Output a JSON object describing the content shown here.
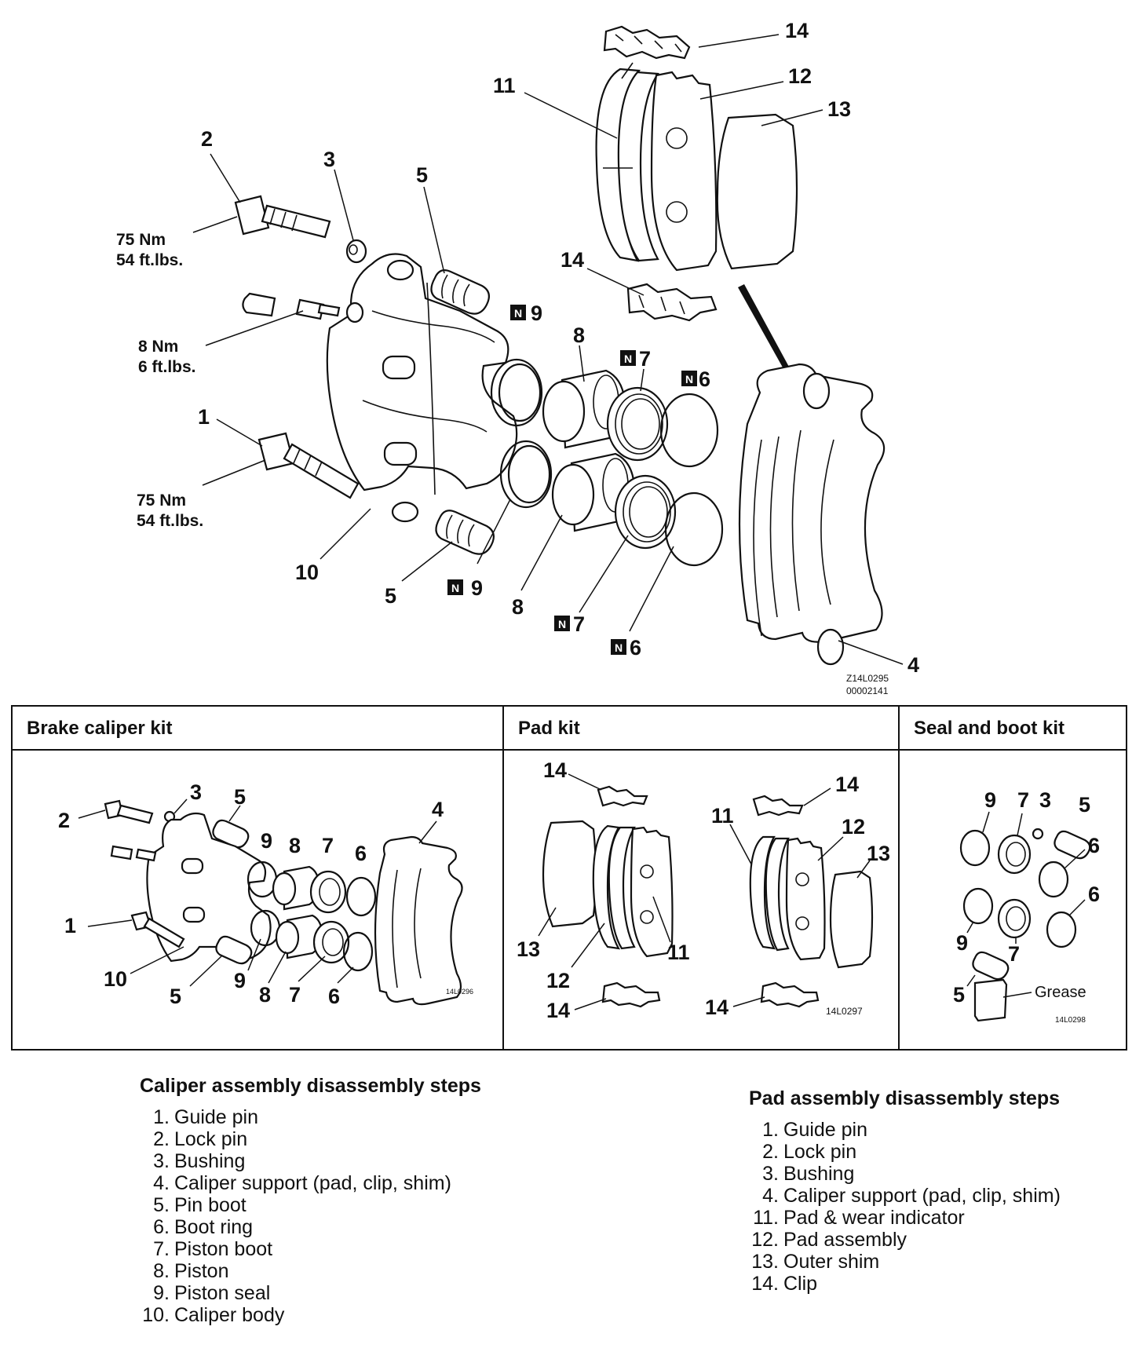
{
  "main": {
    "callouts": {
      "c14_top": "14",
      "c12": "12",
      "c11": "11",
      "c13": "13",
      "c2": "2",
      "c3": "3",
      "c5_top": "5",
      "c14_mid": "14",
      "c9_top": "9",
      "c8_top": "8",
      "c7_top": "7",
      "c6_top": "6",
      "c1": "1",
      "c10": "10",
      "c5_bot": "5",
      "c9_bot": "9",
      "c8_bot": "8",
      "c7_bot": "7",
      "c6_bot": "6",
      "c4": "4"
    },
    "torque_top_nm": "75 Nm",
    "torque_top_ft": "54 ft.lbs.",
    "torque_mid_nm": "8 Nm",
    "torque_mid_ft": "6 ft.lbs.",
    "torque_bot_nm": "75 Nm",
    "torque_bot_ft": "54 ft.lbs.",
    "nonreuse_mark": "N",
    "figure_code": "Z14L0295",
    "figure_code2": "00002141"
  },
  "kits": {
    "brake_caliper": {
      "title": "Brake caliper kit",
      "code": "14L0296",
      "labels": [
        "2",
        "3",
        "5",
        "9",
        "8",
        "7",
        "6",
        "4",
        "1",
        "10",
        "5",
        "9",
        "8",
        "7",
        "6"
      ]
    },
    "pad": {
      "title": "Pad kit",
      "code": "14L0297",
      "labels": [
        "14",
        "14",
        "11",
        "12",
        "13",
        "13",
        "12",
        "11",
        "14",
        "14"
      ]
    },
    "seal_boot": {
      "title": "Seal and boot kit",
      "code": "14L0298",
      "labels": [
        "9",
        "7",
        "3",
        "5",
        "6",
        "6",
        "9",
        "7",
        "5"
      ],
      "grease": "Grease"
    }
  },
  "caliper_steps": {
    "title": "Caliper assembly disassembly steps",
    "items": [
      {
        "n": "1.",
        "t": "Guide pin"
      },
      {
        "n": "2.",
        "t": "Lock pin"
      },
      {
        "n": "3.",
        "t": "Bushing"
      },
      {
        "n": "4.",
        "t": "Caliper support (pad, clip, shim)"
      },
      {
        "n": "5.",
        "t": "Pin boot"
      },
      {
        "n": "6.",
        "t": "Boot ring"
      },
      {
        "n": "7.",
        "t": "Piston boot"
      },
      {
        "n": "8.",
        "t": "Piston"
      },
      {
        "n": "9.",
        "t": "Piston seal"
      },
      {
        "n": "10.",
        "t": "Caliper body"
      }
    ]
  },
  "pad_steps": {
    "title": "Pad assembly disassembly steps",
    "items": [
      {
        "n": "1.",
        "t": "Guide pin"
      },
      {
        "n": "2.",
        "t": "Lock pin"
      },
      {
        "n": "3.",
        "t": "Bushing"
      },
      {
        "n": "4.",
        "t": "Caliper support (pad, clip, shim)"
      },
      {
        "n": "11.",
        "t": "Pad & wear indicator"
      },
      {
        "n": "12.",
        "t": "Pad assembly"
      },
      {
        "n": "13.",
        "t": "Outer shim"
      },
      {
        "n": "14.",
        "t": "Clip"
      }
    ]
  }
}
